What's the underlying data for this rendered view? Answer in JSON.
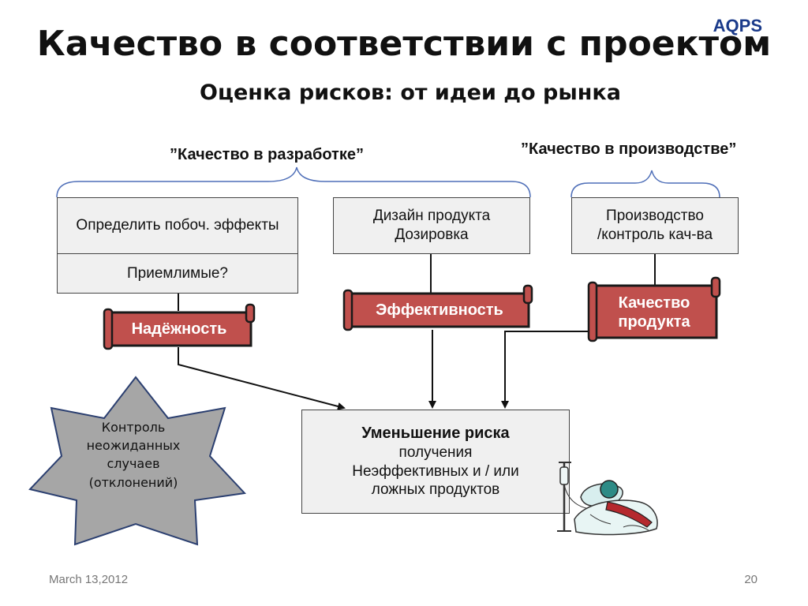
{
  "header": {
    "logo": "AQPS",
    "title": "Качество в соответствии с проектом",
    "subtitle": "Оценка рисков: от идеи до рынка"
  },
  "groups": {
    "development": "”Качество в разработке”",
    "production": "”Качество в производстве”"
  },
  "boxes": {
    "side_effects": "Определить побоч. эффекты",
    "acceptable": "Приемлимые?",
    "design_line1": "Дизайн продукта",
    "design_line2": "Дозировка",
    "production_line1": "Производство",
    "production_line2": "/контроль кач-ва"
  },
  "scrolls": {
    "reliability": "Надёжность",
    "efficacy": "Эффективность",
    "quality_line1": "Качество",
    "quality_line2": "продукта"
  },
  "risk": {
    "bold": "Уменьшение риска",
    "line2": "получения",
    "line3": "Неэффективных и / или",
    "line4": "ложных продуктов"
  },
  "star": {
    "line1": "Контроль",
    "line2": "неожиданных",
    "line3": "случаев",
    "line4": "(отклонений)"
  },
  "footer": {
    "date": "March 13,2012",
    "page": "20"
  },
  "colors": {
    "scroll_fill": "#c0504d",
    "scroll_border": "#1a1a1a",
    "star_fill": "#a6a6a6",
    "star_border": "#2b3f70",
    "box_fill": "#f0f0f0",
    "brace": "#4f6fb8",
    "logo": "#1a3a8a"
  }
}
